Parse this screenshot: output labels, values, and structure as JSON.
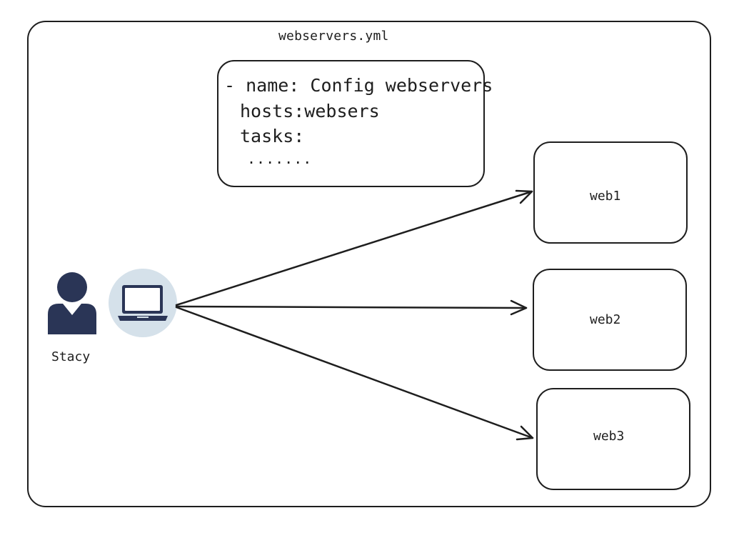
{
  "file_name": "webservers.yml",
  "playbook": {
    "lines": [
      "- name: Config webservers",
      "hosts:websers",
      "tasks:",
      "......."
    ]
  },
  "user": {
    "name": "Stacy",
    "icon": "person-icon",
    "device_icon": "laptop-icon"
  },
  "servers": [
    {
      "label": "web1"
    },
    {
      "label": "web2"
    },
    {
      "label": "web3"
    }
  ],
  "colors": {
    "stroke": "#1e1e1e",
    "person": "#2a3556",
    "laptop_bg": "#d5e1ea",
    "laptop": "#2a3556"
  }
}
